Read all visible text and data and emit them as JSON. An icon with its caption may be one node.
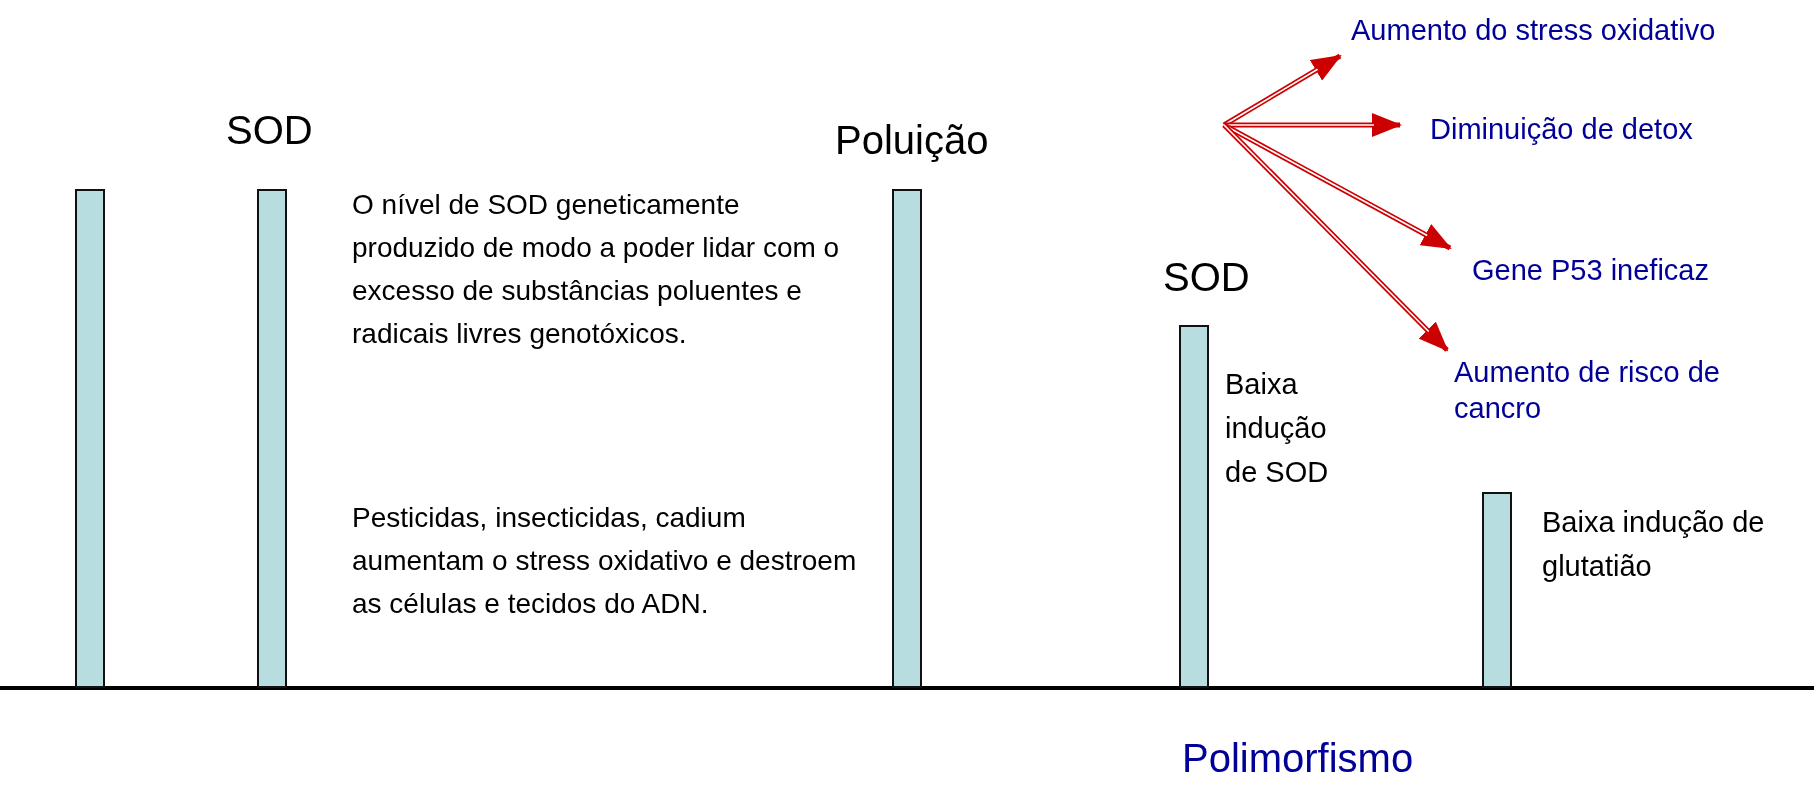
{
  "diagram": {
    "nodes": [
      {
        "text": [],
        "shape": "bar"
      },
      {
        "text": [
          "SOD"
        ]
      },
      {
        "text": [
          "Poluição"
        ]
      },
      {
        "text": [
          "SOD"
        ],
        "beside": [
          "Baixa indução de SOD"
        ]
      },
      {
        "text": [],
        "shape": "bar",
        "beside": [
          "Baixa indução de glutatião"
        ]
      },
      {
        "text": [
          "Aumento do stress oxidativo"
        ]
      },
      {
        "text": [
          "Diminuição de detox"
        ]
      },
      {
        "text": [
          "Gene P53 ineficaz"
        ]
      },
      {
        "text": [
          "Aumento de risco de cancro"
        ]
      }
    ],
    "edges": [
      {
        "from": null,
        "to": 5,
        "arrow": "to"
      },
      {
        "from": null,
        "to": 6,
        "arrow": "to"
      },
      {
        "from": null,
        "to": 7,
        "arrow": "to"
      },
      {
        "from": null,
        "to": 8,
        "arrow": "to"
      }
    ],
    "labels": [
      "O nível de SOD geneticamente produzido de modo a poder lidar com o excesso de substâncias poluentes e radicais livres genotóxicos.",
      "Pesticidas, insecticidas, cadium aumentam o stress oxidativo e destroem as células e tecidos do ADN.",
      "Polimorfismo"
    ]
  }
}
